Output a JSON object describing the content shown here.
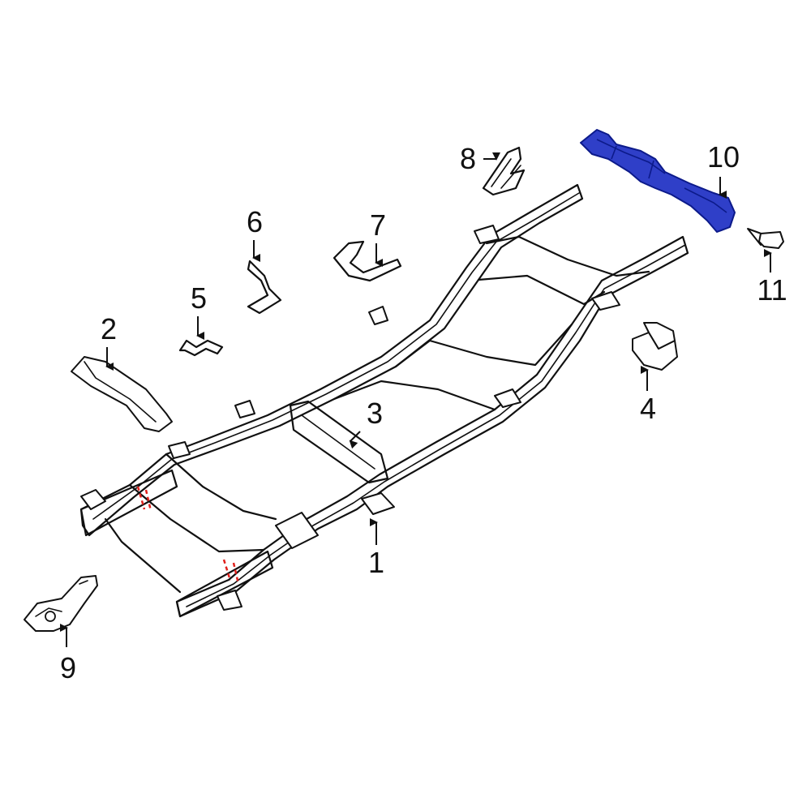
{
  "colors": {
    "line_art": "#111111",
    "highlight_fill": "#2f3fc8",
    "highlight_stroke": "#0c1a8a",
    "cut_marks": "#e0201c",
    "background": "#ffffff"
  },
  "callouts": [
    {
      "id": "c1",
      "label": "1"
    },
    {
      "id": "c2",
      "label": "2"
    },
    {
      "id": "c3",
      "label": "3"
    },
    {
      "id": "c4",
      "label": "4"
    },
    {
      "id": "c5",
      "label": "5"
    },
    {
      "id": "c6",
      "label": "6"
    },
    {
      "id": "c7",
      "label": "7"
    },
    {
      "id": "c8",
      "label": "8"
    },
    {
      "id": "c9",
      "label": "9"
    },
    {
      "id": "c10",
      "label": "10"
    },
    {
      "id": "c11",
      "label": "11"
    }
  ],
  "highlighted_part": "10"
}
